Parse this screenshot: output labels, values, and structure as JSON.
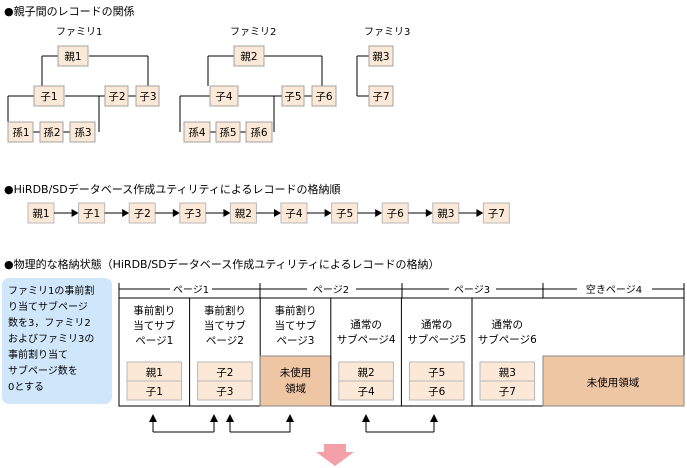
{
  "sections": {
    "relation_title": "●親子間のレコードの関係",
    "order_title": "●HiRDB/SDデータベース作成ユティリティによるレコードの格納順",
    "physical_title": "●物理的な格納状態（HiRDB/SDデータベース作成ユティリティによるレコードの格納）"
  },
  "families": [
    {
      "label": "ファミリ1",
      "parent": "親1",
      "children": [
        "子1",
        "子2",
        "子3"
      ],
      "grandchildren": [
        "孫1",
        "孫2",
        "孫3"
      ]
    },
    {
      "label": "ファミリ2",
      "parent": "親2",
      "children": [
        "子4",
        "子5",
        "子6"
      ],
      "grandchildren": [
        "孫4",
        "孫5",
        "孫6"
      ]
    },
    {
      "label": "ファミリ3",
      "parent": "親3",
      "children": [
        "子7"
      ]
    }
  ],
  "order": [
    "親1",
    "子1",
    "子2",
    "子3",
    "親2",
    "子4",
    "子5",
    "子6",
    "親3",
    "子7"
  ],
  "note_lines": [
    "ファミリ1の事前割",
    "り当てサブページ",
    "数を3，ファミリ2",
    "およびファミリ3の",
    "事前割り当て",
    "サブページ数を",
    "0とする"
  ],
  "pages": [
    {
      "label": "ページ1"
    },
    {
      "label": "ページ2"
    },
    {
      "label": "ページ3"
    },
    {
      "label": "空きページ4"
    }
  ],
  "subpages": [
    {
      "title": [
        "事前割り",
        "当てサブ",
        "ページ1"
      ],
      "records": [
        "親1",
        "子1"
      ]
    },
    {
      "title": [
        "事前割り",
        "当てサブ",
        "ページ2"
      ],
      "records": [
        "子2",
        "子3"
      ]
    },
    {
      "title": [
        "事前割り",
        "当てサブ",
        "ページ3"
      ],
      "free": [
        "未使用",
        "領域"
      ]
    },
    {
      "title": [
        "通常の",
        "サブページ4"
      ],
      "records": [
        "親2",
        "子4"
      ]
    },
    {
      "title": [
        "通常の",
        "サブページ5"
      ],
      "records": [
        "子5",
        "子6"
      ]
    },
    {
      "title": [
        "通常の",
        "サブページ6"
      ],
      "records": [
        "親3",
        "子7"
      ]
    }
  ],
  "free_page_area": "未使用領域",
  "colors": {
    "record_fill": "#fbe8d6",
    "free_fill": "#efc6a4",
    "note_fill": "#cfe6fb",
    "arrow_pink": "#f3a0a8"
  }
}
